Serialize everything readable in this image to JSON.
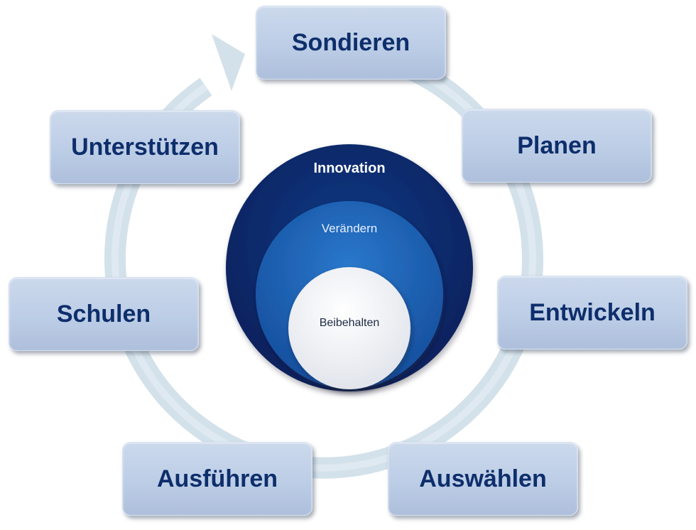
{
  "cycle_steps": [
    {
      "label": "Sondieren"
    },
    {
      "label": "Planen"
    },
    {
      "label": "Entwickeln"
    },
    {
      "label": "Auswählen"
    },
    {
      "label": "Ausführen"
    },
    {
      "label": "Schulen"
    },
    {
      "label": "Unterstützen"
    }
  ],
  "core": {
    "outer_label": "Innovation",
    "middle_label": "Verändern",
    "inner_label": "Beibehalten"
  },
  "colors": {
    "cycle_ring": "#d3e1ea",
    "box_fill": "#bccde6",
    "box_text": "#0d2e6b",
    "outer_circle": "#0b2a6e",
    "middle_circle": "#1c5cb2",
    "inner_circle": "#f4f5f8"
  }
}
